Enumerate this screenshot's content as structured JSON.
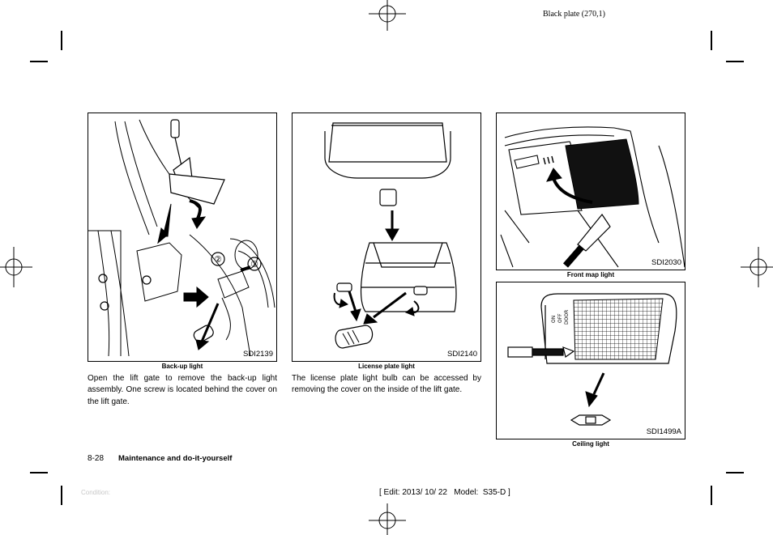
{
  "header": {
    "plate": "Black plate (270,1)"
  },
  "figures": [
    {
      "code": "SDI2139",
      "caption": "Back-up light",
      "callouts": [
        "②",
        "①"
      ]
    },
    {
      "code": "SDI2140",
      "caption": "License plate light"
    },
    {
      "code": "SDI2030",
      "caption": "Front map light"
    },
    {
      "code": "SDI1499A",
      "caption": "Ceiling light",
      "switch_labels": [
        "ON",
        "OFF",
        "DOOR"
      ]
    }
  ],
  "paragraphs": [
    "Open the lift gate to remove the back-up light assembly. One screw is located behind the cover on the lift gate.",
    "The license plate light bulb can be accessed by removing the cover on the inside of the lift gate."
  ],
  "footer": {
    "page_number": "8-28",
    "section_title": "Maintenance and do-it-yourself",
    "condition": "Condition:",
    "edit_info": "[ Edit: 2013/ 10/ 22   Model:  S35-D ]"
  }
}
